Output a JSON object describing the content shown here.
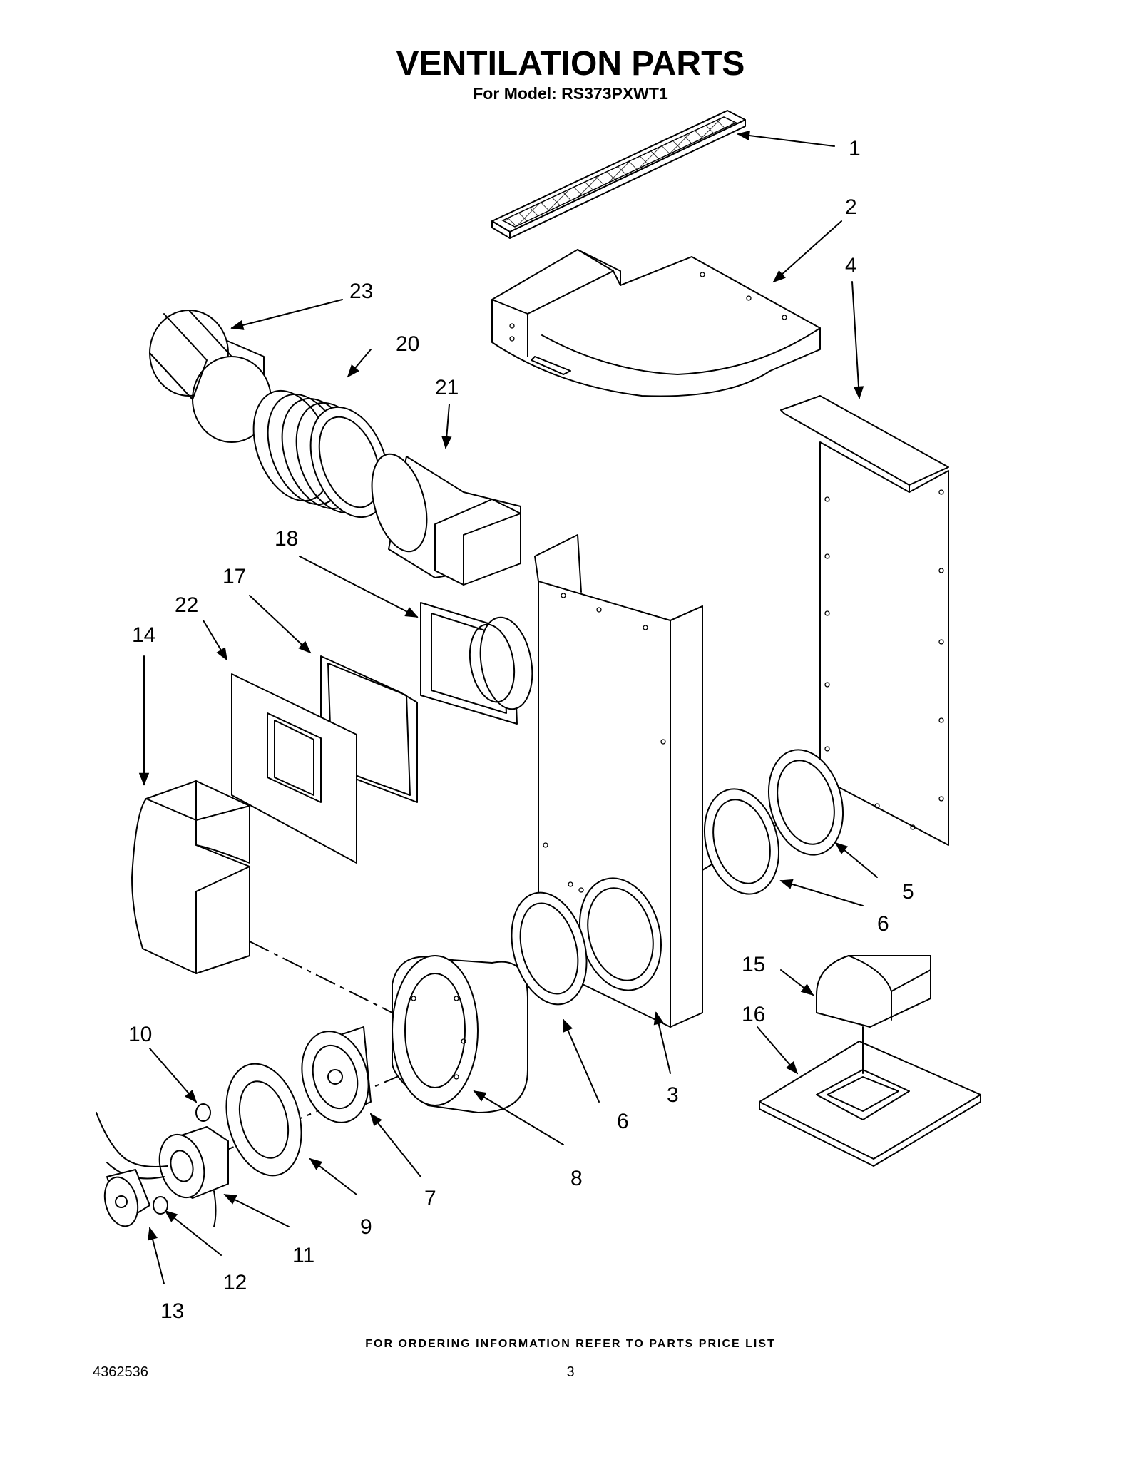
{
  "header": {
    "title": "VENTILATION PARTS",
    "subtitle": "For Model: RS373PXWT1"
  },
  "callouts": {
    "c1": "1",
    "c2": "2",
    "c3": "3",
    "c4": "4",
    "c5": "5",
    "c6a": "6",
    "c6b": "6",
    "c7": "7",
    "c8": "8",
    "c9": "9",
    "c10": "10",
    "c11": "11",
    "c12": "12",
    "c13": "13",
    "c14": "14",
    "c15": "15",
    "c16": "16",
    "c17": "17",
    "c18": "18",
    "c20": "20",
    "c21": "21",
    "c22": "22",
    "c23": "23"
  },
  "footer": {
    "ordering_note": "FOR ORDERING INFORMATION REFER TO PARTS PRICE LIST",
    "doc_number": "4362536",
    "page_number": "3"
  }
}
